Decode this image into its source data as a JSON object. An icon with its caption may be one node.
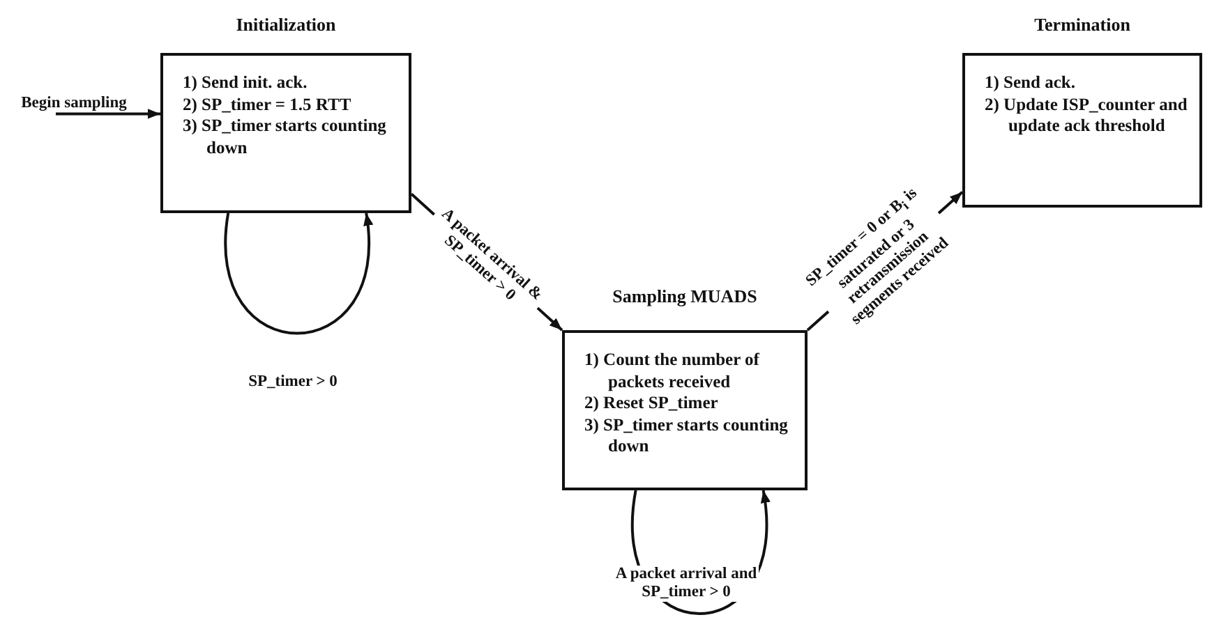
{
  "diagram": {
    "nodes": [
      {
        "text": [
          "Initialization",
          "1) Send init. ack.",
          "2) SP_timer  = 1.5 RTT",
          "3) SP_timer starts counting down"
        ]
      },
      {
        "text": [
          "Sampling MUADS",
          "1) Count the number of packets received",
          "2) Reset SP_timer",
          "3) SP_timer starts counting down"
        ]
      },
      {
        "text": [
          "Termination",
          "1) Send ack.",
          "2) Update ISP_counter and update ack threshold"
        ]
      }
    ],
    "edges": [
      {
        "from": null,
        "to": 0,
        "arrow": "to",
        "label": "Begin sampling"
      },
      {
        "from": 0,
        "to": 0,
        "arrow": "to",
        "label": "SP_timer > 0"
      },
      {
        "from": 0,
        "to": 1,
        "arrow": "to",
        "label": "A packet arrival & SP_timer > 0"
      },
      {
        "from": 1,
        "to": 1,
        "arrow": "to",
        "label": "A packet arrival and SP_timer > 0"
      },
      {
        "from": 1,
        "to": 2,
        "arrow": "to",
        "label": "SP_timer = 0 or B$_{i}$ is saturated or 3 retransmission segments received"
      }
    ]
  }
}
